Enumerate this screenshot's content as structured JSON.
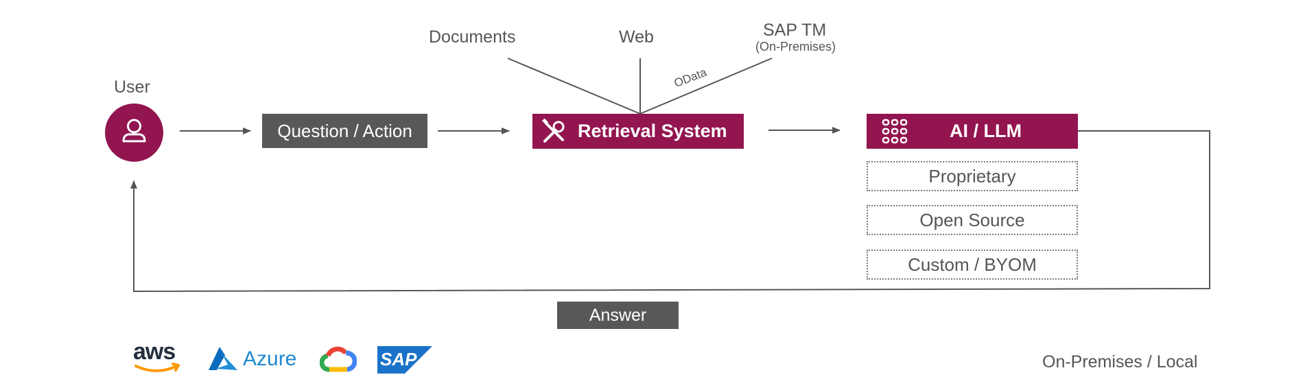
{
  "user": {
    "label": "User"
  },
  "question_box": {
    "label": "Question / Action"
  },
  "retrieval_box": {
    "label": "Retrieval System"
  },
  "ai_box": {
    "label": "AI / LLM"
  },
  "sources": {
    "documents": "Documents",
    "web": "Web",
    "sap_tm": "SAP TM",
    "sap_tm_sub": "(On-Premises)",
    "odata": "OData"
  },
  "model_options": [
    "Proprietary",
    "Open Source",
    "Custom / BYOM"
  ],
  "answer_box": {
    "label": "Answer"
  },
  "providers": {
    "aws": "aws",
    "azure": "Azure",
    "google_cloud": "Google Cloud",
    "sap": "SAP"
  },
  "on_prem": "On-Premises / Local",
  "colors": {
    "accent": "#921550",
    "dark_box": "#58585a",
    "line": "#555555",
    "text": "#555555"
  },
  "icons": {
    "user": "user-icon",
    "retrieval": "tools-icon",
    "ai": "grid-icon"
  }
}
